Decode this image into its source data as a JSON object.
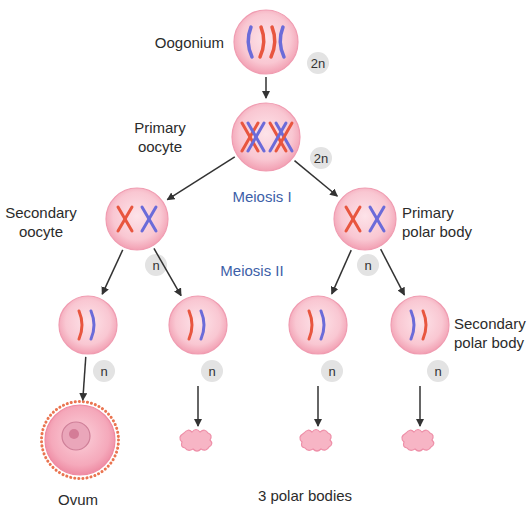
{
  "diagram": {
    "nodes": [
      {
        "text": [
          "Oogonium",
          "2n"
        ]
      },
      {
        "text": [
          "Primary oocyte",
          "2n"
        ]
      },
      {
        "text": [
          "Secondary oocyte",
          "n"
        ]
      },
      {
        "text": [
          "Primary polar body",
          "n"
        ]
      },
      {
        "text": [
          "n"
        ]
      },
      {
        "text": [
          "n"
        ]
      },
      {
        "text": [
          "n"
        ]
      },
      {
        "text": [
          "Secondary polar body",
          "n"
        ]
      },
      {
        "text": [
          "Ovum"
        ]
      }
    ],
    "edges": [
      {
        "from": 0,
        "to": 1,
        "arrow": "to"
      },
      {
        "from": 1,
        "to": 2,
        "arrow": "to"
      },
      {
        "from": 1,
        "to": 3,
        "arrow": "to"
      },
      {
        "from": 2,
        "to": 4,
        "arrow": "to"
      },
      {
        "from": 2,
        "to": 5,
        "arrow": "to"
      },
      {
        "from": 3,
        "to": 6,
        "arrow": "to"
      },
      {
        "from": 3,
        "to": 7,
        "arrow": "to"
      },
      {
        "from": 4,
        "to": 8,
        "arrow": "to"
      }
    ],
    "labels": [
      "Meiosis I",
      "Meiosis II",
      "3 polar bodies"
    ]
  }
}
